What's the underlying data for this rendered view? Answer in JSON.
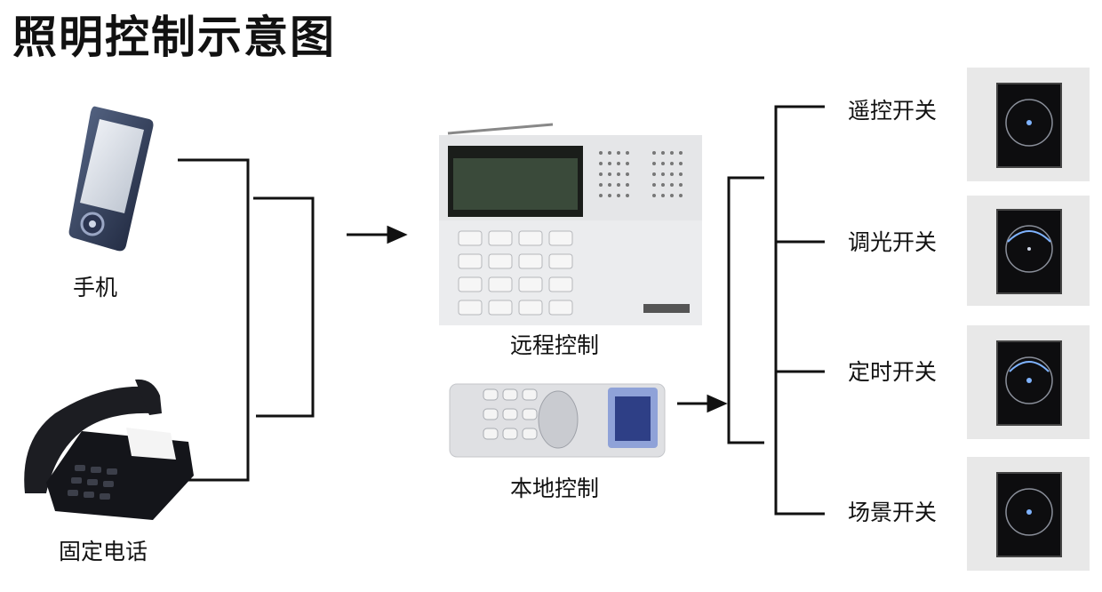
{
  "title": "照明控制示意图",
  "sources": {
    "mobile": "手机",
    "landline": "固定电话"
  },
  "controllers": {
    "remote_control": "远程控制",
    "local_control": "本地控制"
  },
  "switches": [
    {
      "label": "遥控开关"
    },
    {
      "label": "调光开关"
    },
    {
      "label": "定时开关"
    },
    {
      "label": "场景开关"
    }
  ],
  "colors": {
    "line": "#111111",
    "device_light": "#e9eaec",
    "switch_plate": "#e8e8e8",
    "switch_face": "#0d0d0f",
    "indicator": "#7fb3ff"
  }
}
